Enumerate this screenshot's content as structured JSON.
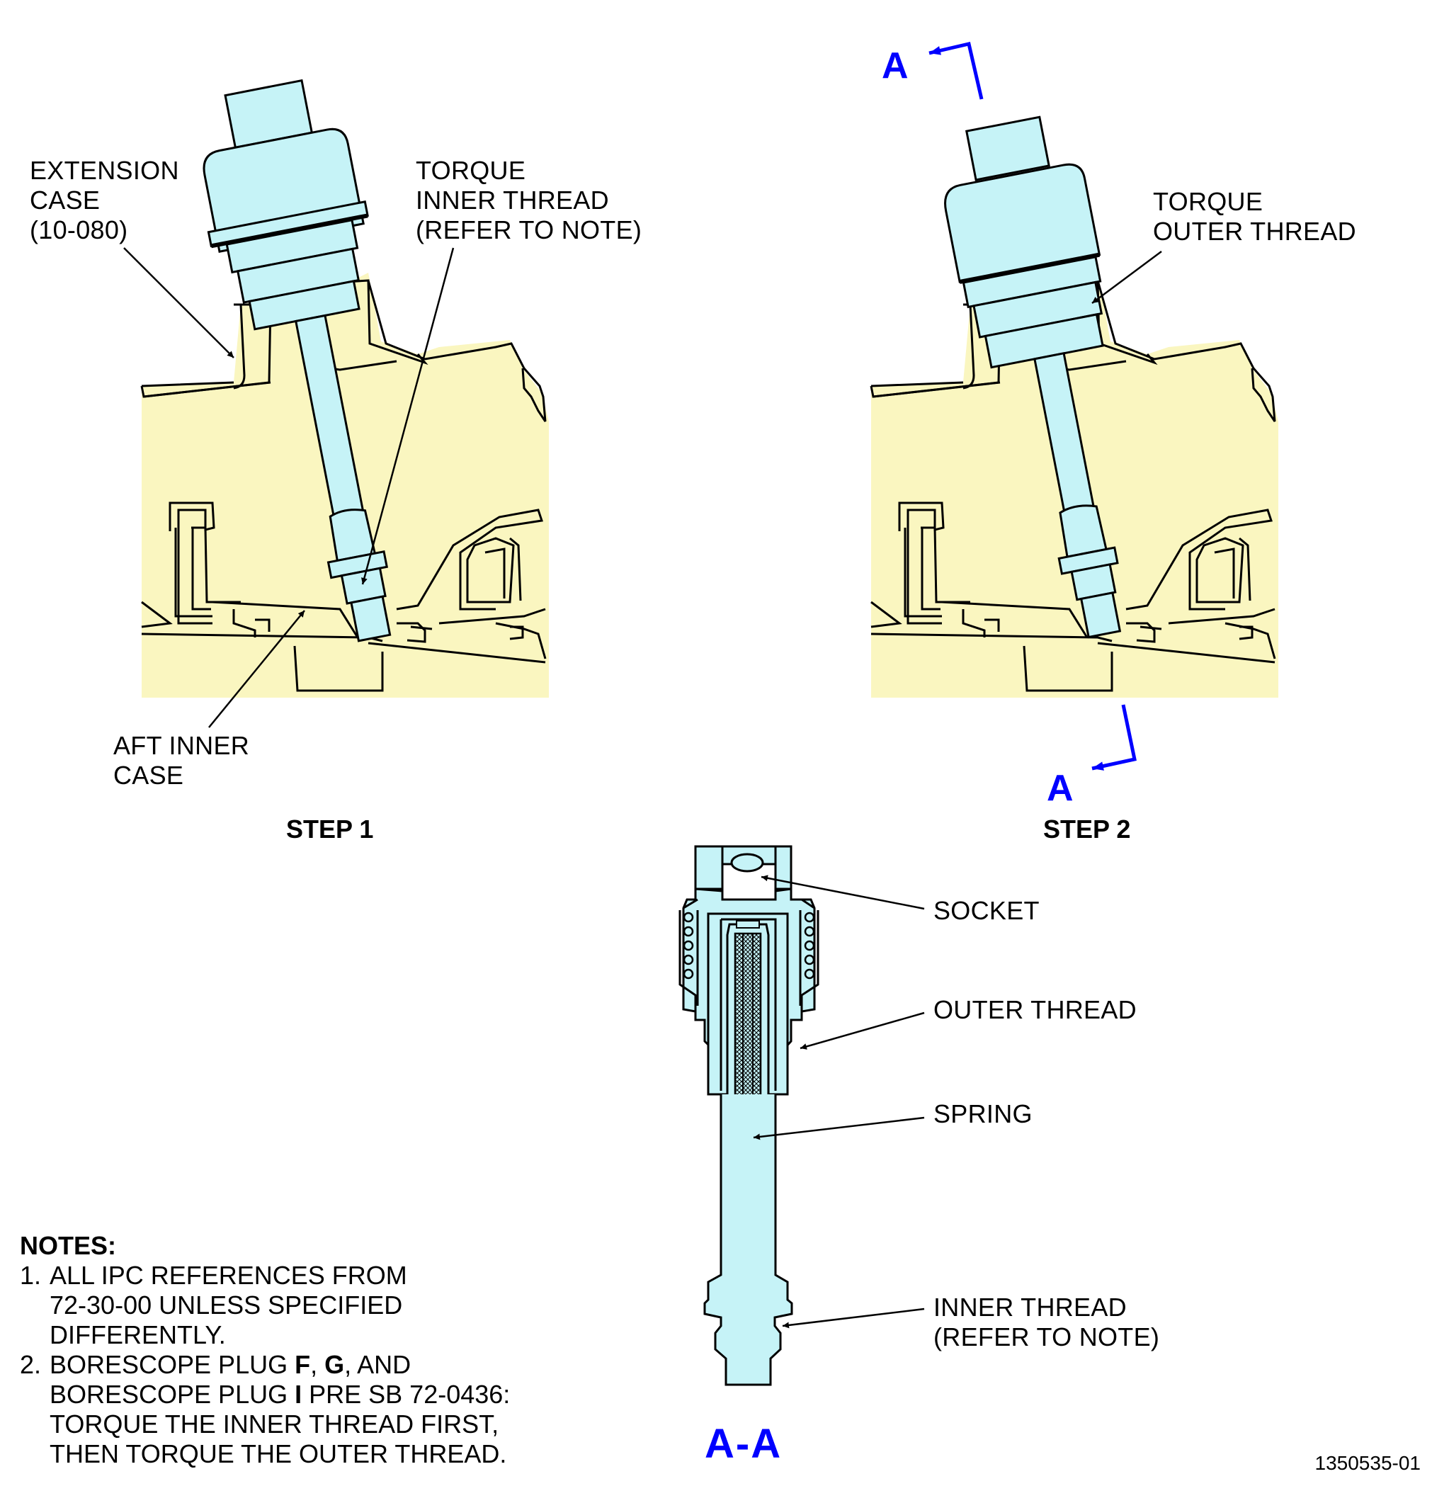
{
  "step1": {
    "title": "STEP 1",
    "callouts": {
      "extension_case": [
        "EXTENSION",
        "CASE",
        "(10-080)"
      ],
      "torque_inner": [
        "TORQUE",
        "INNER THREAD",
        "(REFER TO NOTE)"
      ],
      "aft_inner_case": [
        "AFT INNER",
        "CASE"
      ]
    }
  },
  "step2": {
    "title": "STEP 2",
    "callouts": {
      "torque_outer": [
        "TORQUE",
        "OUTER THREAD"
      ]
    },
    "section_marks": [
      "A",
      "A"
    ]
  },
  "section_view": {
    "title": "A-A",
    "callouts": {
      "socket": "SOCKET",
      "outer_thread": "OUTER THREAD",
      "spring": "SPRING",
      "inner_thread": [
        "INNER THREAD",
        "(REFER TO NOTE)"
      ]
    }
  },
  "notes": {
    "heading": "NOTES:",
    "items": [
      {
        "num": "1.",
        "lines": [
          "ALL IPC REFERENCES FROM",
          "72-30-00 UNLESS SPECIFIED",
          "DIFFERENTLY."
        ]
      },
      {
        "num": "2.",
        "line1": {
          "pre": "BORESCOPE PLUG ",
          "b1": "F",
          "mid1": ", ",
          "b2": "G",
          "post": ", AND"
        },
        "line2": {
          "pre": "BORESCOPE PLUG ",
          "b1": "I",
          "post": " PRE SB 72-0436:"
        },
        "lines": [
          "TORQUE THE INNER THREAD FIRST,",
          "THEN TORQUE THE OUTER THREAD."
        ]
      }
    ]
  },
  "figure_number": "1350535-01",
  "colors": {
    "case_fill": "#faf6c0",
    "tool_fill": "#c6f3f7",
    "line": "#000000",
    "section_marker": "#0000ff"
  }
}
